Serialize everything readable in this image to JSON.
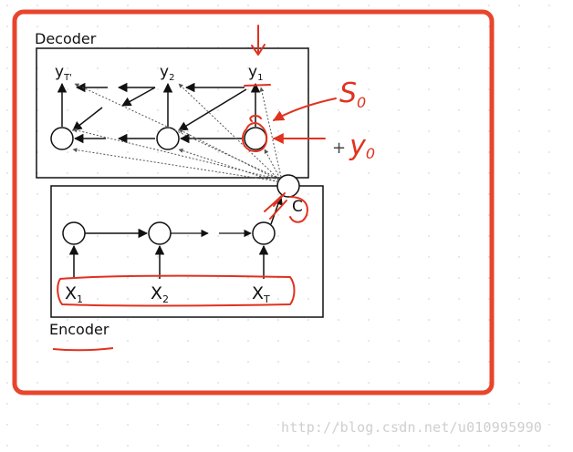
{
  "diagram": {
    "decoder_label": "Decoder",
    "encoder_label": "Encoder",
    "context_label": "C",
    "outputs": [
      {
        "base": "y",
        "sub": "T'"
      },
      {
        "base": "y",
        "sub": "2"
      },
      {
        "base": "y",
        "sub": "1"
      }
    ],
    "inputs": [
      {
        "base": "X",
        "sub": "1"
      },
      {
        "base": "X",
        "sub": "2"
      },
      {
        "base": "X",
        "sub": "T"
      }
    ]
  },
  "annotations": {
    "s0": {
      "base": "S",
      "sub": "0"
    },
    "y0": {
      "plus": "+",
      "base": "y",
      "sub": "0"
    }
  },
  "colors": {
    "frame": "#e8452c",
    "ink": "#e0321f",
    "diagram": "#111111"
  },
  "watermark": "http://blog.csdn.net/u010995990"
}
